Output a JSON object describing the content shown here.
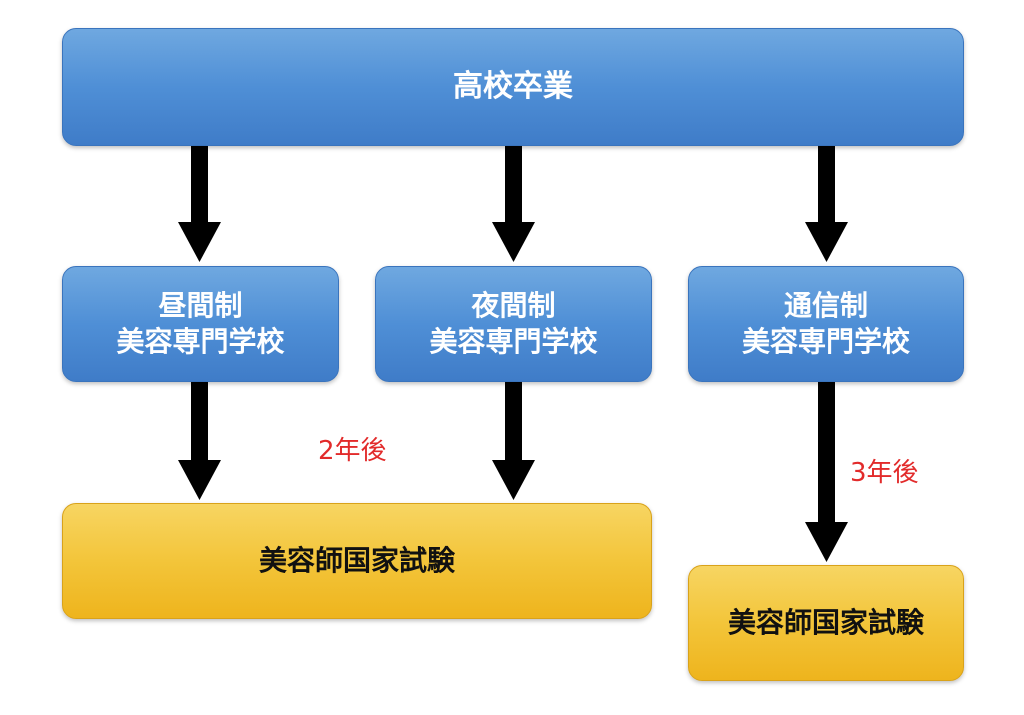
{
  "top": {
    "label": "高校卒業"
  },
  "schools": [
    {
      "line1": "昼間制",
      "line2": "美容専門学校"
    },
    {
      "line1": "夜間制",
      "line2": "美容専門学校"
    },
    {
      "line1": "通信制",
      "line2": "美容専門学校"
    }
  ],
  "exams": [
    {
      "label": "美容師国家試験"
    },
    {
      "label": "美容師国家試験"
    }
  ],
  "notes": {
    "two_years": "2年後",
    "three_years": "3年後"
  },
  "colors": {
    "blue_box": "#4f8fd6",
    "yellow_box": "#f3c53a",
    "arrow": "#000000",
    "note_text": "#e22b2b"
  }
}
